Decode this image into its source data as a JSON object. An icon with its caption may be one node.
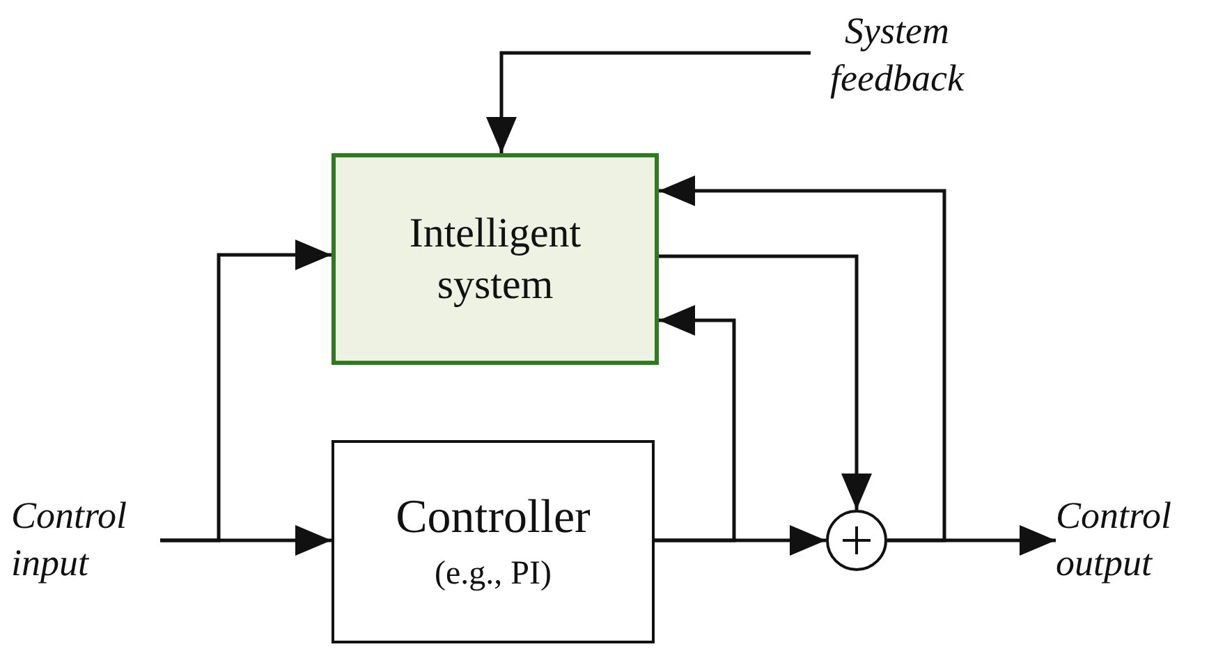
{
  "diagram": {
    "nodes": [
      {
        "text": [
          "System feedback"
        ]
      },
      {
        "text": [
          "Intelligent system"
        ]
      },
      {
        "text": [
          "Controller",
          "(e.g., PI)"
        ]
      },
      {
        "text": [],
        "shape": "circle"
      },
      {
        "text": [
          "Control input"
        ]
      },
      {
        "text": [
          "Control output"
        ]
      }
    ],
    "edges": [
      {
        "from": 0,
        "to": 1,
        "arrow": "to"
      },
      {
        "from": 4,
        "to": 1,
        "arrow": "to"
      },
      {
        "from": 4,
        "to": 2,
        "arrow": "to"
      },
      {
        "from": 2,
        "to": 3,
        "arrow": "to"
      },
      {
        "from": 2,
        "to": 1,
        "arrow": "to"
      },
      {
        "from": 1,
        "to": 3,
        "arrow": "to"
      },
      {
        "from": 3,
        "to": 5,
        "arrow": "to"
      },
      {
        "from": 3,
        "to": 1,
        "arrow": "to"
      }
    ]
  }
}
